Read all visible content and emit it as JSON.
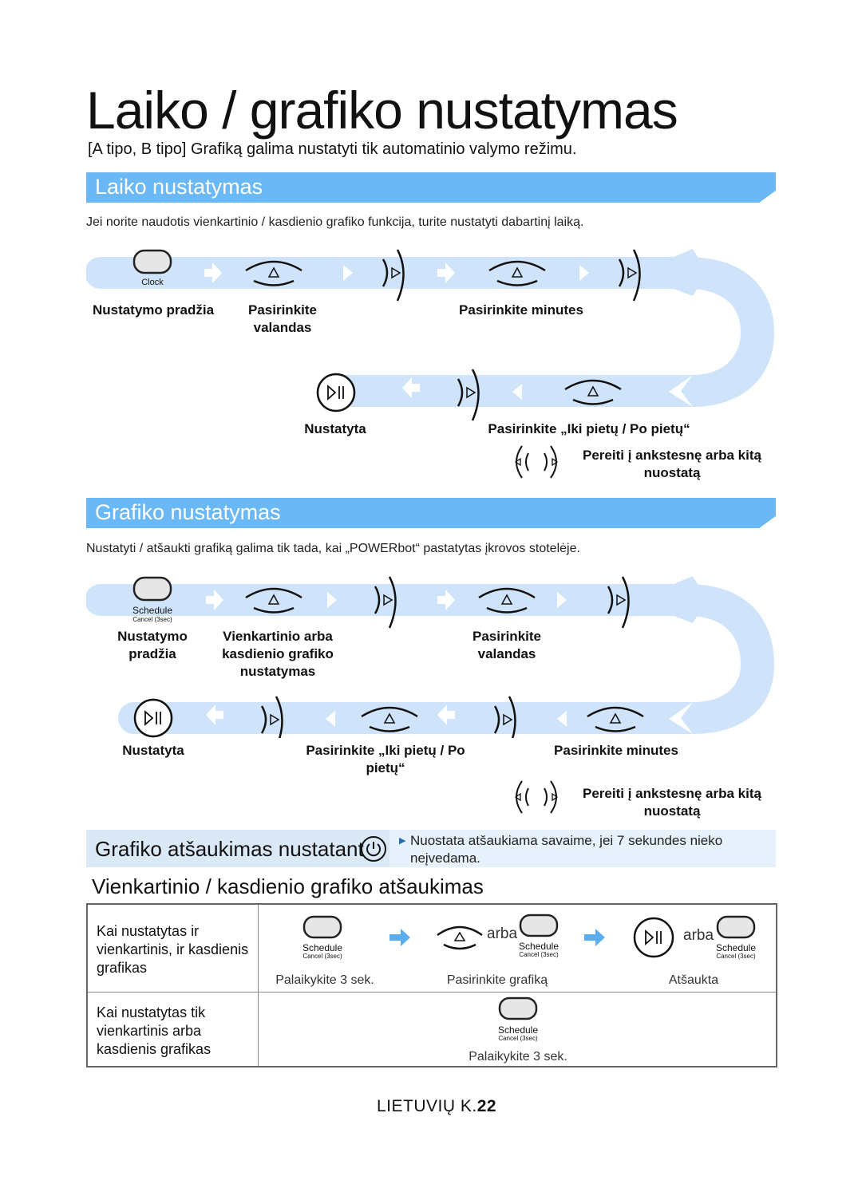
{
  "title": "Laiko / grafiko nustatymas",
  "subtitle": "[A tipo, B tipo] Grafiką galima nustatyti tik automatinio valymo režimu.",
  "time_section": {
    "heading": "Laiko nustatymas",
    "intro": "Jei norite naudotis vienkartinio / kasdienio grafiko funkcija, turite nustatyti dabartinį laiką.",
    "button_label": "Clock",
    "steps": {
      "start": "Nustatymo pradžia",
      "hours_line1": "Pasirinkite",
      "hours_line2": "valandas",
      "minutes": "Pasirinkite minutes",
      "done": "Nustatyta",
      "ampm": "Pasirinkite „Iki pietų / Po pietų“"
    },
    "nav_hint_line1": "Pereiti į ankstesnę arba kitą",
    "nav_hint_line2": "nuostatą"
  },
  "schedule_section": {
    "heading": "Grafiko nustatymas",
    "intro": "Nustatyti / atšaukti grafiką galima tik tada, kai „POWERbot“ pastatytas įkrovos stotelėje.",
    "button_label": "Schedule",
    "button_sublabel": "Cancel (3sec)",
    "steps": {
      "start_line1": "Nustatymo",
      "start_line2": "pradžia",
      "type_line1": "Vienkartinio arba",
      "type_line2": "kasdienio grafiko",
      "type_line3": "nustatymas",
      "hours_line1": "Pasirinkite",
      "hours_line2": "valandas",
      "done": "Nustatyta",
      "ampm_line1": "Pasirinkite „Iki pietų / Po",
      "ampm_line2": "pietų“",
      "minutes": "Pasirinkite minutes"
    },
    "nav_hint_line1": "Pereiti į ankstesnę arba kitą",
    "nav_hint_line2": "nuostatą"
  },
  "cancel_note": {
    "heading": "Grafiko atšaukimas nustatant",
    "text_line1": "Nuostata atšaukiama savaime, jei 7 sekundes nieko",
    "text_line2": "neįvedama."
  },
  "cancel_table": {
    "heading": "Vienkartinio / kasdienio grafiko atšaukimas",
    "or_word": "arba",
    "button_label": "Schedule",
    "button_sublabel": "Cancel (3sec)",
    "rows": [
      {
        "label_line1": "Kai nustatytas ir",
        "label_line2": "vienkartinis, ir kasdienis",
        "label_line3": "grafikas",
        "captions": [
          "Palaikykite 3 sek.",
          "Pasirinkite grafiką",
          "Atšaukta"
        ]
      },
      {
        "label_line1": "Kai nustatytas tik",
        "label_line2": "vienkartinis arba",
        "label_line3": "kasdienis grafikas",
        "captions": [
          "Palaikykite 3 sek."
        ]
      }
    ]
  },
  "footer": {
    "lang": "LIETUVIŲ K.",
    "page": "22"
  },
  "colors": {
    "accent": "#6ab8f5",
    "flow_band": "#cfe4fb",
    "arrow": "#5aaef0"
  }
}
